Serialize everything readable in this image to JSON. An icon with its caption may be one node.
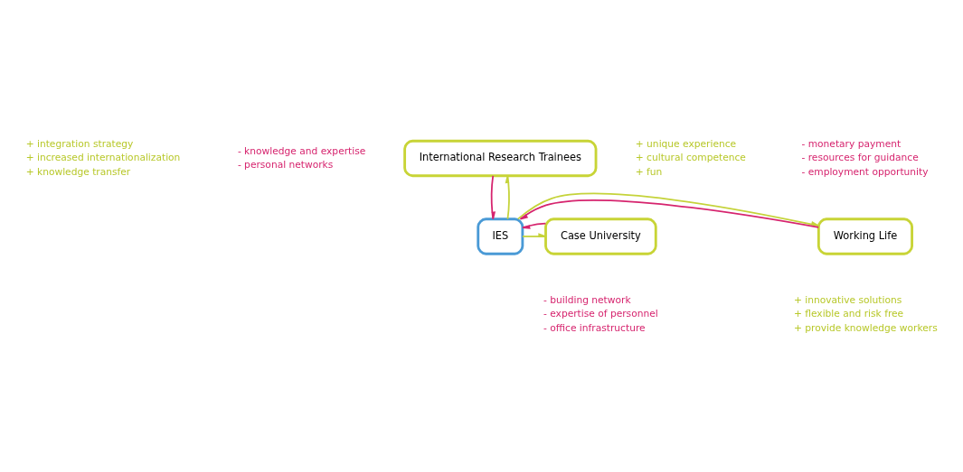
{
  "diagram": {
    "nodes": [
      {
        "text": [
          "International Research Trainees"
        ],
        "beside": [
          "- knowledge and expertise",
          "- personal networks",
          "+ unique experience",
          "+ cultural competence",
          "+ fun"
        ]
      },
      {
        "text": [
          "Case University"
        ],
        "beside": [
          "+ integration strategy",
          "+ increased internationalization",
          "+ knowledge transfer",
          "- building network",
          "- expertise of personnel",
          "- office infrastructure"
        ]
      },
      {
        "text": [
          "IES"
        ]
      },
      {
        "text": [
          "Working Life"
        ],
        "beside": [
          "- monetary payment",
          "- resources for guidance",
          "- employment opportunity",
          "+ innovative solutions",
          "+ flexible and risk free",
          "+ provide knowledge workers"
        ]
      }
    ],
    "edges": [
      {
        "from": 0,
        "to": 2,
        "arrow": "to",
        "color": "#d6246e"
      },
      {
        "from": 2,
        "to": 0,
        "arrow": "to",
        "color": "#c5d33a"
      },
      {
        "from": 2,
        "to": 1,
        "arrow": "to",
        "color": "#c5d33a"
      },
      {
        "from": 1,
        "to": 2,
        "arrow": "to",
        "color": "#d6246e"
      },
      {
        "from": 3,
        "to": 2,
        "arrow": "to",
        "color": "#d6246e"
      },
      {
        "from": 2,
        "to": 3,
        "arrow": "to",
        "color": "#c5d33a"
      }
    ]
  }
}
